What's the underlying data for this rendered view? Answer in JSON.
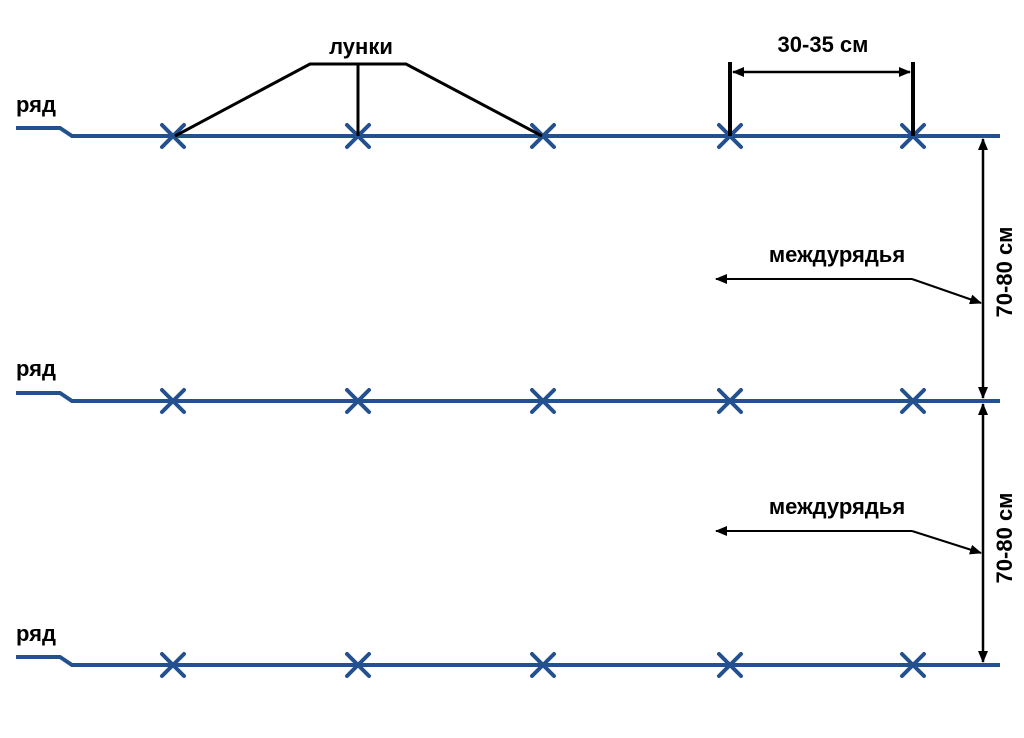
{
  "diagram": {
    "colors": {
      "row": "#23508f",
      "annotation": "#000000",
      "background": "#ffffff"
    },
    "labels": {
      "row": "ряд",
      "holes": "лунки",
      "hole_spacing": "30-35 см",
      "interrow": "междурядья",
      "row_spacing": "70-80 см"
    },
    "rows": [
      {
        "label": "ряд"
      },
      {
        "label": "ряд"
      },
      {
        "label": "ряд"
      }
    ]
  }
}
